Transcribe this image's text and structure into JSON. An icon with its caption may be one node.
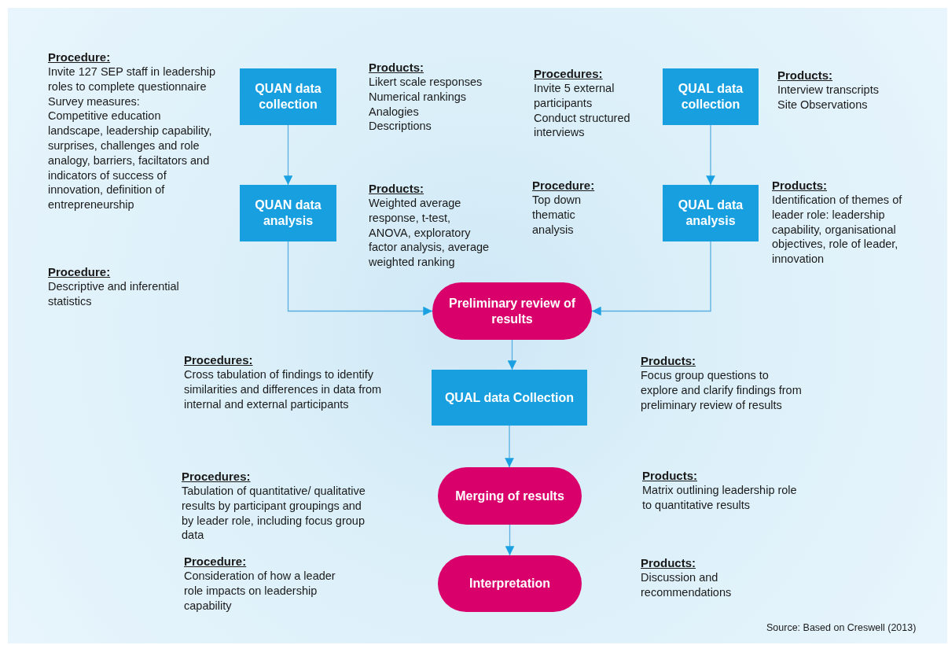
{
  "diagram": {
    "caption": "Source: Based on Creswell (2013)",
    "nodes": [
      {
        "text": [
          "QUAN data collection"
        ]
      },
      {
        "text": [
          "QUAN data analysis"
        ]
      },
      {
        "text": [
          "QUAL data collection"
        ]
      },
      {
        "text": [
          "QUAL data analysis"
        ]
      },
      {
        "text": [
          "Preliminary review of results"
        ]
      },
      {
        "text": [
          "QUAL data Collection"
        ]
      },
      {
        "text": [
          "Merging of results"
        ]
      },
      {
        "text": [
          "Interpretation"
        ]
      }
    ],
    "edges": [
      {
        "from": 0,
        "to": 1,
        "arrow": "to"
      },
      {
        "from": 2,
        "to": 3,
        "arrow": "to"
      },
      {
        "from": 1,
        "to": 4,
        "arrow": "to"
      },
      {
        "from": 3,
        "to": 4,
        "arrow": "to"
      },
      {
        "from": 4,
        "to": 5,
        "arrow": "to"
      },
      {
        "from": 5,
        "to": 6,
        "arrow": "to"
      },
      {
        "from": 6,
        "to": 7,
        "arrow": "to"
      }
    ],
    "labels": [
      "Procedure:",
      "Invite 127 SEP staff in leadership roles to complete questionnaire",
      "Survey measures:",
      "Competitive education landscape, leadership capability, surprises, challenges and role analogy, barriers, faciltators and indicators of success of innovation, definition of entrepreneurship",
      "Products:",
      "Likert scale responses",
      "Numerical rankings",
      "Analogies",
      "Descriptions",
      "Procedures:",
      "Invite 5 external participants",
      "Conduct structured interviews",
      "Products:",
      "Interview transcripts",
      "Site Observations",
      "Products:",
      "Weighted average response, t-test, ANOVA, exploratory factor analysis, average weighted ranking",
      "Procedure:",
      "Top down thematic analysis",
      "Products:",
      "Identification of themes of leader role: leadership capability, organisational objectives, role of leader, innovation",
      "Procedure:",
      "Descriptive and inferential statistics",
      "Procedures:",
      "Cross tabulation of findings to identify similarities and differences in data from internal and external participants",
      "Products:",
      "Focus group questions to explore and clarify findings from preliminary review of results",
      "Procedures:",
      "Tabulation of quantitative/ qualitative results by participant groupings and by leader role, including focus group data",
      "Products:",
      "Matrix outlining leadership role to quantitative results",
      "Procedure:",
      "Consideration of how a leader role impacts on leadership capability",
      "Products:",
      "Discussion and recommendations"
    ]
  }
}
